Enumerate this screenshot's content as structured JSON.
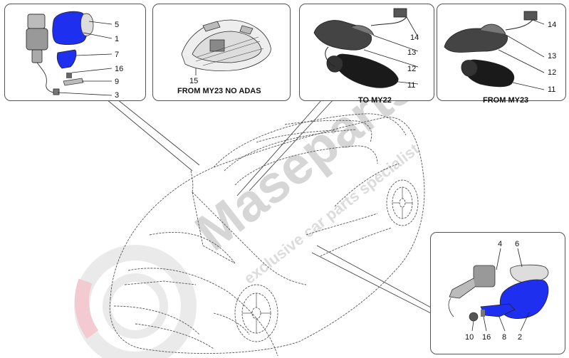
{
  "captions": {
    "adas": "FROM MY23 NO ADAS",
    "to_my22": "TO MY22",
    "from_my23": "FROM MY23"
  },
  "callouts": {
    "mirror_left": [
      "5",
      "1",
      "7",
      "16",
      "9",
      "3"
    ],
    "camera": [
      "15"
    ],
    "rear_mirror_old": [
      "14",
      "13",
      "12",
      "11"
    ],
    "rear_mirror_new": [
      "14",
      "13",
      "12",
      "11"
    ],
    "mirror_right": [
      "4",
      "6",
      "10",
      "16",
      "8",
      "2"
    ]
  },
  "watermark": {
    "brand": "Maseparts",
    "tagline": "exclusive car parts specialist"
  },
  "colors": {
    "highlight": "#1e2ff0",
    "line": "#333333",
    "watermark": "#c9c9c9",
    "watermark_accent": "#e03040"
  }
}
